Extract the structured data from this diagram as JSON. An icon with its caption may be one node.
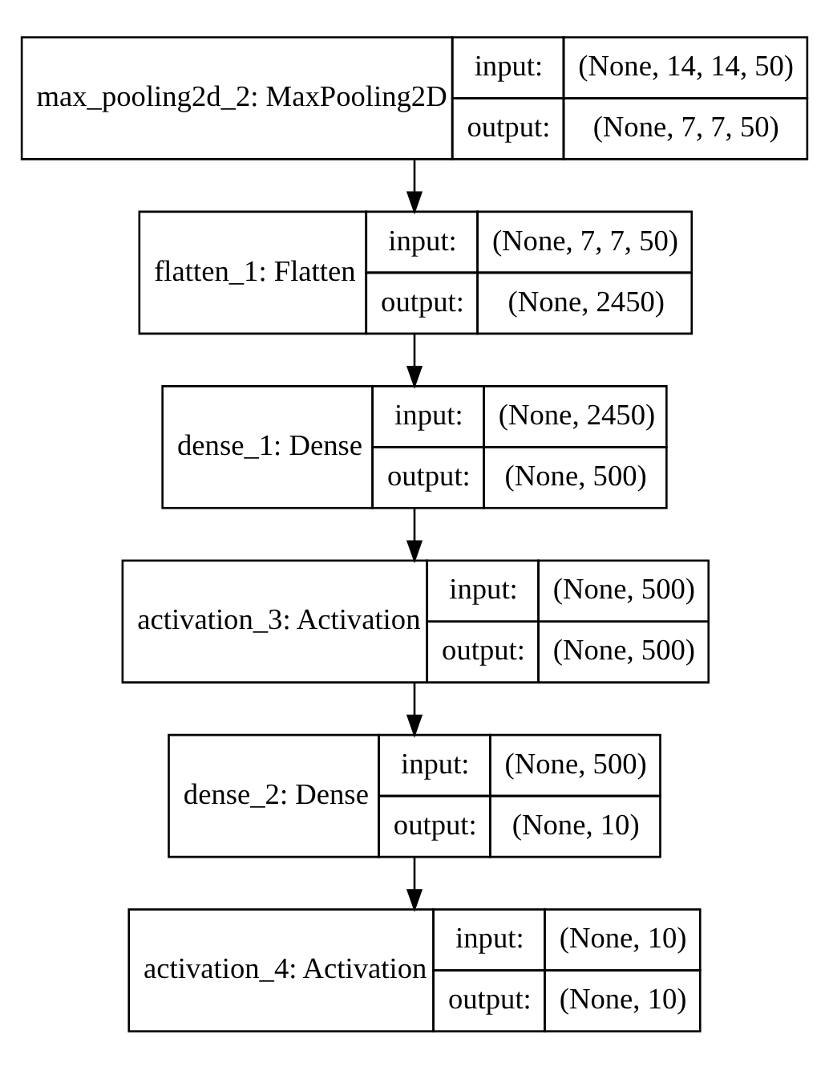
{
  "diagram": {
    "nodes": [
      {
        "text": [
          "max_pooling2d_2: MaxPooling2D",
          "input:",
          "(None, 14, 14, 50)",
          "output:",
          "(None, 7, 7, 50)"
        ]
      },
      {
        "text": [
          "flatten_1: Flatten",
          "input:",
          "(None, 7, 7, 50)",
          "output:",
          "(None, 2450)"
        ]
      },
      {
        "text": [
          "dense_1: Dense",
          "input:",
          "(None, 2450)",
          "output:",
          "(None, 500)"
        ]
      },
      {
        "text": [
          "activation_3: Activation",
          "input:",
          "(None, 500)",
          "output:",
          "(None, 500)"
        ]
      },
      {
        "text": [
          "dense_2: Dense",
          "input:",
          "(None, 500)",
          "output:",
          "(None, 10)"
        ]
      },
      {
        "text": [
          "activation_4: Activation",
          "input:",
          "(None, 10)",
          "output:",
          "(None, 10)"
        ]
      }
    ],
    "edges": [
      {
        "from": 0,
        "to": 1,
        "arrow": "to"
      },
      {
        "from": 1,
        "to": 2,
        "arrow": "to"
      },
      {
        "from": 2,
        "to": 3,
        "arrow": "to"
      },
      {
        "from": 3,
        "to": 4,
        "arrow": "to"
      },
      {
        "from": 4,
        "to": 5,
        "arrow": "to"
      }
    ]
  }
}
